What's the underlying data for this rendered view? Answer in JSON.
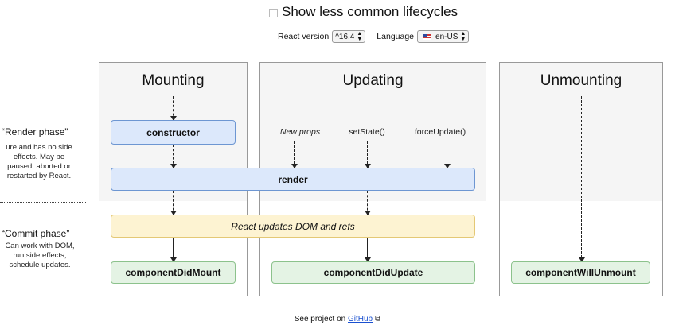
{
  "header": {
    "toggle_label": "Show less common lifecycles",
    "react_version_label": "React version",
    "react_version_value": "^16.4",
    "language_label": "Language",
    "language_value": "en-US"
  },
  "side_notes": {
    "render_phase_title": "“Render phase”",
    "render_phase_desc": [
      "ure and has no side",
      "effects. May be",
      "paused, aborted or",
      "restarted by React."
    ],
    "commit_phase_title": "“Commit phase”",
    "commit_phase_desc": [
      "Can work with DOM,",
      "run side effects,",
      "schedule updates."
    ]
  },
  "panels": {
    "mounting": {
      "title": "Mounting"
    },
    "updating": {
      "title": "Updating"
    },
    "unmounting": {
      "title": "Unmounting"
    }
  },
  "lifecycles": {
    "constructor": "constructor",
    "render": "render",
    "dom_update": "React updates DOM and refs",
    "did_mount": "componentDidMount",
    "did_update": "componentDidUpdate",
    "will_unmount": "componentWillUnmount"
  },
  "triggers": {
    "new_props": "New props",
    "set_state": "setState()",
    "force_update": "forceUpdate()"
  },
  "footer": {
    "prefix": "See project on ",
    "link_text": "GitHub",
    "icon": "external-link-icon"
  },
  "colors": {
    "render_phase_box": "#dce8fb",
    "commit_dom_box": "#fdf3d2",
    "commit_method_box": "#e4f3e4",
    "panel_top_bg": "#f5f5f5"
  }
}
